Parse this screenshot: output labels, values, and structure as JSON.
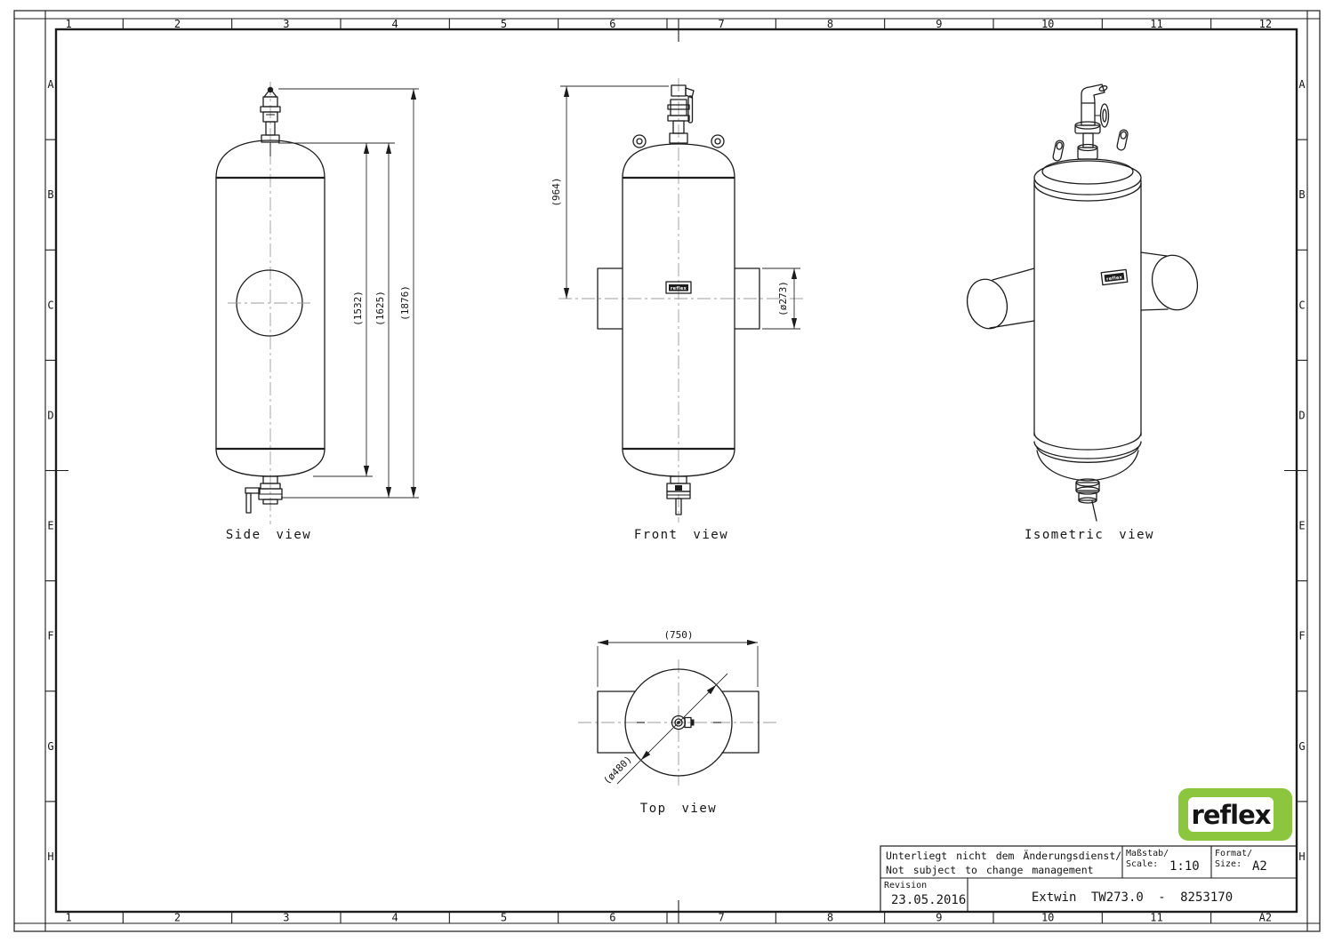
{
  "grid": {
    "top_columns": [
      "1",
      "2",
      "3",
      "4",
      "5",
      "6",
      "7",
      "8",
      "9",
      "10",
      "11",
      "12"
    ],
    "bottom_columns": [
      "1",
      "2",
      "3",
      "4",
      "5",
      "6",
      "7",
      "8",
      "9",
      "10",
      "11",
      "A2"
    ],
    "rows": [
      "A",
      "B",
      "C",
      "D",
      "E",
      "F",
      "G",
      "H"
    ]
  },
  "views": {
    "side": {
      "label": "Side view",
      "dim_height_vessel": "(1532)",
      "dim_height_with_drain": "(1625)",
      "dim_height_overall": "(1876)"
    },
    "front": {
      "label": "Front view",
      "dim_top_to_nozzle_axis": "(964)",
      "dim_nozzle_diameter": "(ø273)"
    },
    "isometric": {
      "label": "Isometric view"
    },
    "top": {
      "label": "Top view",
      "dim_overall_width": "(750)",
      "dim_vessel_diameter": "(ø480)"
    }
  },
  "nameplate": {
    "text": "reflex"
  },
  "logo": {
    "text": "reflex",
    "green": "#8cc63f",
    "text_color": "#141414"
  },
  "title_block": {
    "change_note_line1": "Unterliegt nicht dem Änderungsdienst/",
    "change_note_line2": "Not subject to change management",
    "scale_label_line1": "Maßstab/",
    "scale_label_line2": "Scale:",
    "scale_value": "1:10",
    "format_label_line1": "Format/",
    "format_label_line2": "Size:",
    "format_value": "A2",
    "revision_label": "Revision",
    "revision_date": "23.05.2016",
    "drawing_title": "Extwin TW273.0 - 8253170"
  }
}
